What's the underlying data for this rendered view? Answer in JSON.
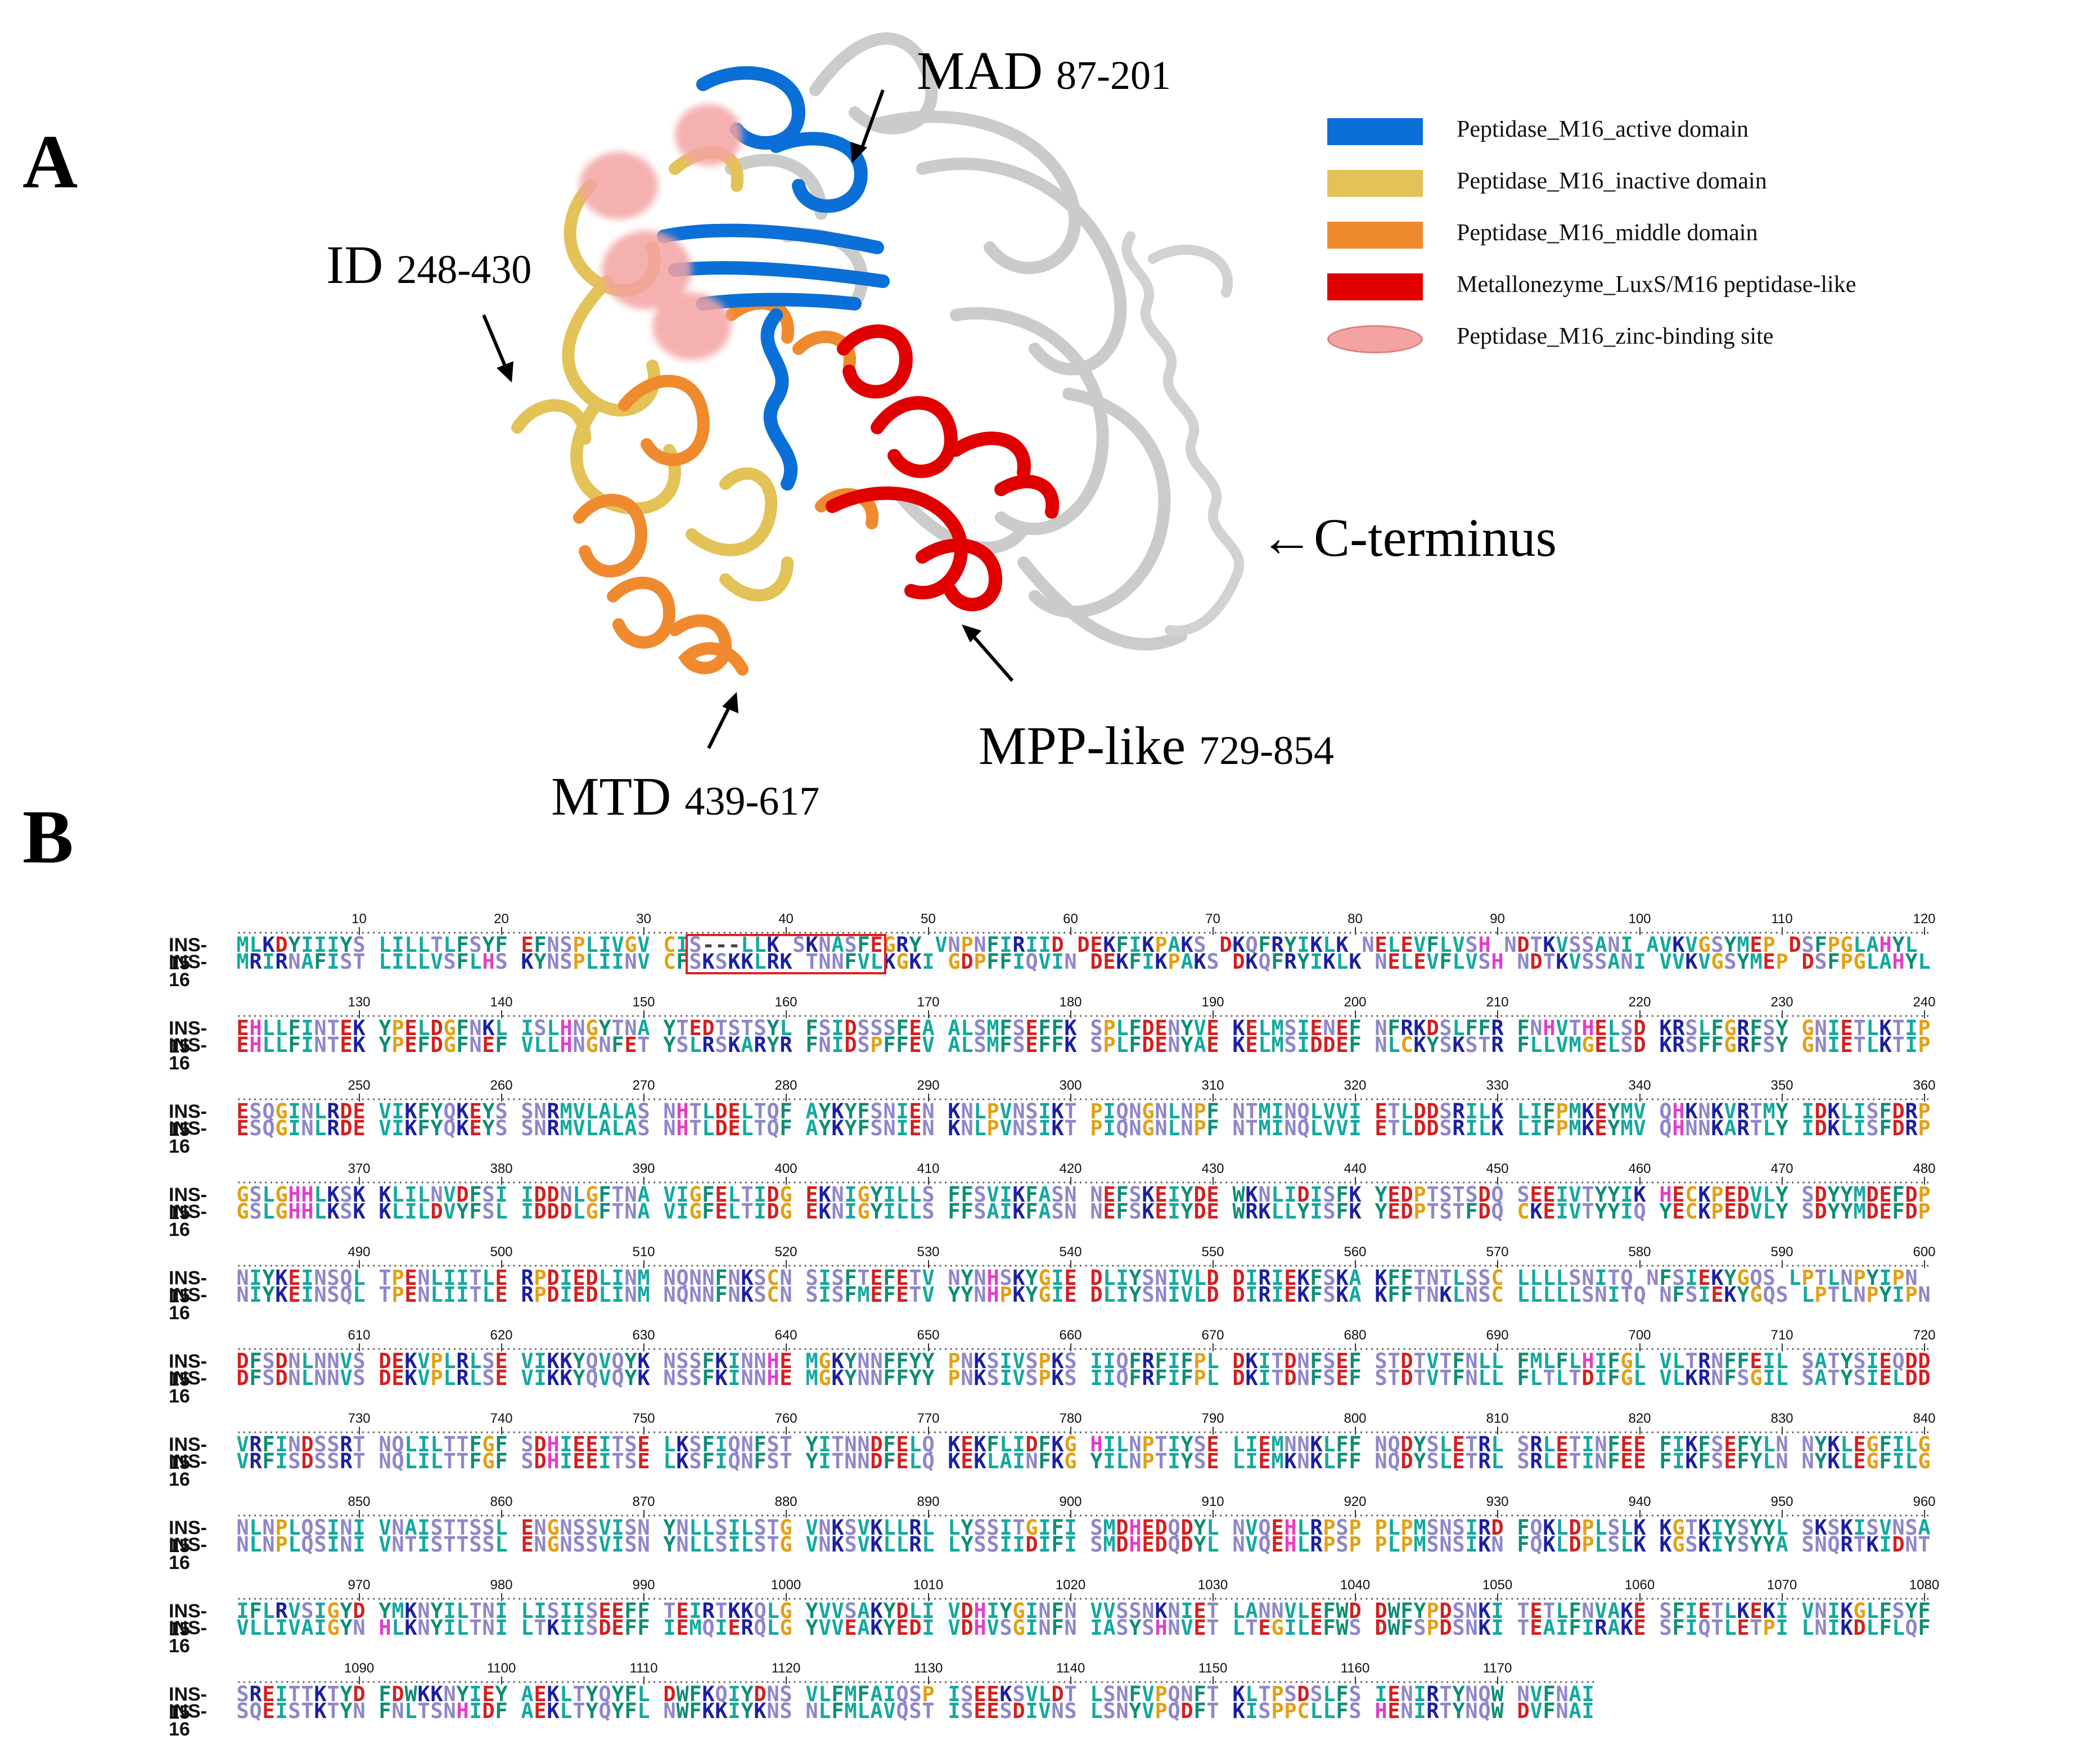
{
  "panels": {
    "a": "A",
    "b": "B"
  },
  "colors": {
    "active": "#0a6fd6",
    "inactive": "#e3c257",
    "middle": "#f08a2e",
    "luxs": "#e00000",
    "zinc": "#f4a3a3",
    "grey": "#cfcfcf"
  },
  "callouts": {
    "mad": {
      "name": "MAD",
      "range": "87-201"
    },
    "id": {
      "name": "ID",
      "range": "248-430"
    },
    "cterm": {
      "name": "←C-terminus"
    },
    "mpp": {
      "name": "MPP-like",
      "range": "729-854"
    },
    "mtd": {
      "name": "MTD",
      "range": "439-617"
    }
  },
  "legend": [
    {
      "label": "Peptidase_M16_active domain",
      "shape": "bar",
      "color": "#0a6fd6"
    },
    {
      "label": "Peptidase_M16_inactive domain",
      "shape": "bar",
      "color": "#e3c257"
    },
    {
      "label": "Peptidase_M16_middle domain",
      "shape": "bar",
      "color": "#f08a2e"
    },
    {
      "label": "Metallonezyme_LuxS/M16 peptidase-like",
      "shape": "bar",
      "color": "#e00000"
    },
    {
      "label": "Peptidase_M16_zinc-binding site",
      "shape": "cloud",
      "color": "#f4a3a3"
    }
  ],
  "alignment": {
    "names": [
      "INS-15",
      "INS-16"
    ],
    "blocks": [
      {
        "ticks": [
          "10",
          "20",
          "30",
          "40",
          "50",
          "60",
          "70",
          "80",
          "90",
          "100",
          "110",
          "120"
        ],
        "s1": "MLKDYIIIYS LILLTLFSYF EFNSPLIVGV CIS---LLK SKNASFEGRY VNPNFIRIID DEKFIKPAKS DKQFRYIKLK NELEVFLVSH NDTKVSSANI AVKVGSYMEP DSFPGLAHYL",
        "s2": "MRIRNAFIST LILLVSFLHS KYNSPLIINV CFSKSKKLRK TNNFVLKGKI GDPFFIQVIN DEKFIKPAKS DKQFRYIKLK NELEVFLVSH NDTKVSSANI VVKVGSYMEP DSFPGLAHYL"
      },
      {
        "ticks": [
          "130",
          "140",
          "150",
          "160",
          "170",
          "180",
          "190",
          "200",
          "210",
          "220",
          "230",
          "240"
        ],
        "s1": "EHLLFINTEK YPELDGFNKL ISLHNGYTNA YTEDTSTSYL FSIDSSSFEA ALSMFSEFFK SPLFDENYVE KELMSIENEF NFRKDSLFFR FNHVTHELSD KRSLFGRFSY GNIETLKTIP",
        "s2": "EHLLFINTEK YPEFDGFNEF VLLHNGNFET YSLRSKARYR FNIDSPFFEV ALSMFSEFFK SPLFDENYAE KELMSIDDEF NLCKYSKSTR FLLVMGELSD KRSFFGRFSY GNIETLKTIP"
      },
      {
        "ticks": [
          "250",
          "260",
          "270",
          "280",
          "290",
          "300",
          "310",
          "320",
          "330",
          "340",
          "350",
          "360"
        ],
        "s1": "ESQGINLRDE VIKFYQKEYS SNRMVLALAS NHTLDELTQF AYKYFSNIEN KNLPVNSIKT PIQNGNLNPF NTMINQLVVI ETLDDSRILK LIFPMKEYMV QHKNKVRTMY IDKLISFDRP",
        "s2": "ESQGINLRDE VIKFYQKEYS SNRMVLALAS NHTLDELTQF AYKYFSNIEN KNLPVNSIKT PIQNGNLNPF NTMINQLVVI ETLDDSRILK LIFPMKEYMV QHNNKARTLY IDKLISFDRP"
      },
      {
        "ticks": [
          "370",
          "380",
          "390",
          "400",
          "410",
          "420",
          "430",
          "440",
          "450",
          "460",
          "470",
          "480"
        ],
        "s1": "GSLGHHLKSK KLILNVDFSI IDDNLGFTNA VIGFELTIDG EKNIGYILLS FFSVIKFASN NEFSKEIYDE WKNLIDISFK YEDPTSTSDQ SEEIVTYYIK HECKPEDVLY SDYYMDEFDP",
        "s2": "GSLGHHLKSK KLILDVYFSL IDDDLGFTNA VIGFELTIDG EKNIGYILLS FFSAIKFASN NEFSKEIYDE WRKLLYISFK YEDPTSTFDQ CKEIVTYYIQ YECKPEDVLY SDYYMDEFDP"
      },
      {
        "ticks": [
          "490",
          "500",
          "510",
          "520",
          "530",
          "540",
          "550",
          "560",
          "570",
          "580",
          "590",
          "600"
        ],
        "s1": "NIYKEINSQL TPENLIITLE RPDIEDLINM NQNNFNKSCN SISFTEFETV NYNHSKYGIE DLIYSNIVLD DIRIEKFSKA KFFTNTLSSC LLLLSNITQ NFSIEKYGQS LPTLNPYIPN",
        "s2": "NIYKEINSQL TPENLIITLE RPDIEDLINM NQNNFNKSCN SISFMEFETV YYNHPKYGIE DLIYSNIVLD DIRIEKFSKA KFFTNKLNSC LLLLLSNITQ NFSIEKYGQS LPTLNPYIPN"
      },
      {
        "ticks": [
          "610",
          "620",
          "630",
          "640",
          "650",
          "660",
          "670",
          "680",
          "690",
          "700",
          "710",
          "720"
        ],
        "s1": "DFSDNLNNVS DEKVPLRLSE VIKKYQVQYK NSSFKINNHE MGKYNNFFYY PNKSIVSPKS IIQFRFIFPL DKITDNFSEF STDTVTFNLL FMLFLHIFGL VLTRNFFEIL SATYSIEQDD",
        "s2": "DFSDNLNNVS DEKVPLRLSE VIKKYQVQYK NSSFKINNHE MGKYNNFFYY PNKSIVSPKS IIQFRFIFPL DKITDNFSEF STDTVTFNLL FLTLTDIFGL VLKRNFSGIL SATYSIELDD"
      },
      {
        "ticks": [
          "730",
          "740",
          "750",
          "760",
          "770",
          "780",
          "790",
          "800",
          "810",
          "820",
          "830",
          "840"
        ],
        "s1": "VRFINDSSRT NQLILTTFGF SDHIEEITSE LKSFIQNFST YITNNDFELQ KEKFLIDFKG HILNPTIYSE LIEMNNKLFF NQDYSLETRL SRLETINFEE FIKFSEFYLN NYKLEGFILG",
        "s2": "VRFISDSSRT NQLILTTFGF SDHIEEITSE LKSFIQNFST YITNNDFELQ KEKLAINFKG YILNPTIYSE LIEMKNKLFF NQDYSLETRL SRLETINFEE FIKFSEFYLN NYKLEGFILG"
      },
      {
        "ticks": [
          "850",
          "860",
          "870",
          "880",
          "890",
          "900",
          "910",
          "920",
          "930",
          "940",
          "950",
          "960"
        ],
        "s1": "NLNPLQSINI VNAISTTSSL ENGNSSVISN YNLLSILSTG VNKSVKLLRL LYSSITGIFI SMDHEDQDYL NVQEHLRPSP PLPMSNSIRD FQKLDPLSLK KGTKIYSYYL SKSKISVNSA",
        "s2": "NLNPLQSINI VNTISTTSSL ENGNSSVISN YNLLSILSTG VNKSVKLLRL LYSSIIDIFI SMDHEDQDYL NVQEHLRPSP PLPMSNSIKN FQKLDPLSLK KGSKIYSYYA SNQRTKIDNT"
      },
      {
        "ticks": [
          "970",
          "980",
          "990",
          "1000",
          "1010",
          "1020",
          "1030",
          "1040",
          "1050",
          "1060",
          "1070",
          "1080"
        ],
        "s1": "IFLRVSIGYD YMKNYILTNI LISIISEEFF TEIRTKKQLG YVVSAKYDLI VDHIYGINFN VVSSNKNIET LANNVLEFWD DWFYPDSNKI TETLFNVAKE SFIETLKEKI VNIKGLFSYF",
        "s2": "VLLIVAIGYN HLKNYILTNI LTKIISDEFF IEMQIERQLG YVVEAKYEDI VDHVSGINFN IASYSHNVET LTEGILEFWS DWFSPDSNKI TEAIFIRAKE SFIQTLETPI LNIKDLFLQF"
      },
      {
        "ticks": [
          "1090",
          "1100",
          "1110",
          "1120",
          "1130",
          "1140",
          "1150",
          "1160",
          "1170"
        ],
        "s1": "SREITTKTYD FDWKKNYIEY AEKLTYQYFL DWFKQIYDNS VLFMFAIQSP ISEEKSVLDT LSNFVPQNFT KLTPSDSLFS IENIRTYNQW NVFNAI",
        "s2": "SQEISTKTYN FNLTSNHIDF AEKLTYQYFL NWFKKIYKNS NLFMLAVQST ISEESDIVNS LSNYVPQDFT KISPPCLLFS HENIRTYNQW DVFNAI"
      }
    ]
  }
}
